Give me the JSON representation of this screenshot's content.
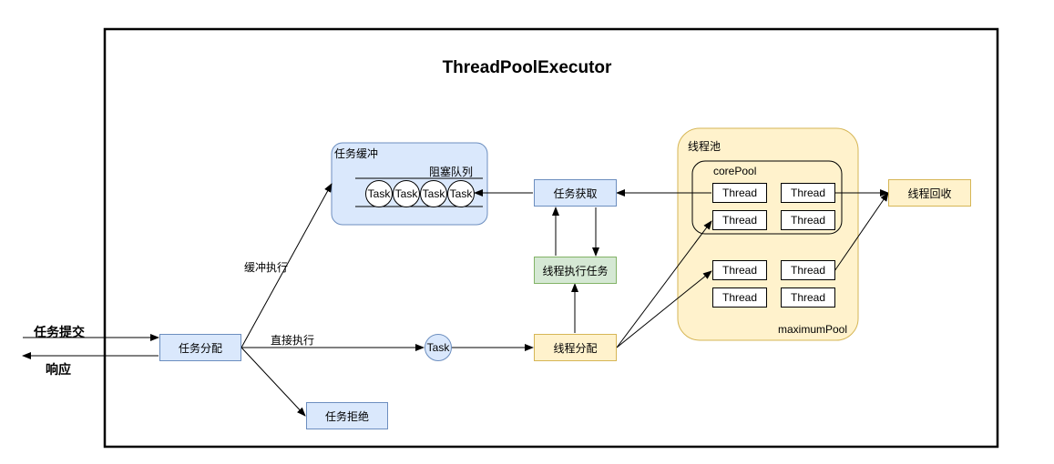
{
  "title": "ThreadPoolExecutor",
  "external": {
    "submit": "任务提交",
    "response": "响应"
  },
  "boxes": {
    "dispatch": "任务分配",
    "reject": "任务拒绝",
    "buffer_title": "任务缓冲",
    "queue_label": "阻塞队列",
    "direct_task": "Task",
    "fetch": "任务获取",
    "execute": "线程执行任务",
    "thread_assign": "线程分配",
    "reclaim": "线程回收"
  },
  "queue_tasks": [
    "Task",
    "Task",
    "Task",
    "Task"
  ],
  "edges": {
    "buffer_exec": "缓冲执行",
    "direct_exec": "直接执行"
  },
  "pool": {
    "title": "线程池",
    "core_label": "corePool",
    "max_label": "maximumPool",
    "threads": [
      "Thread",
      "Thread",
      "Thread",
      "Thread",
      "Thread",
      "Thread",
      "Thread",
      "Thread"
    ]
  },
  "colors": {
    "blue_fill": "#dae8fc",
    "blue_stroke": "#6c8ebf",
    "yellow_fill": "#fff2cc",
    "yellow_stroke": "#d6b656",
    "green_fill": "#d5e8d4",
    "green_stroke": "#82b366"
  }
}
